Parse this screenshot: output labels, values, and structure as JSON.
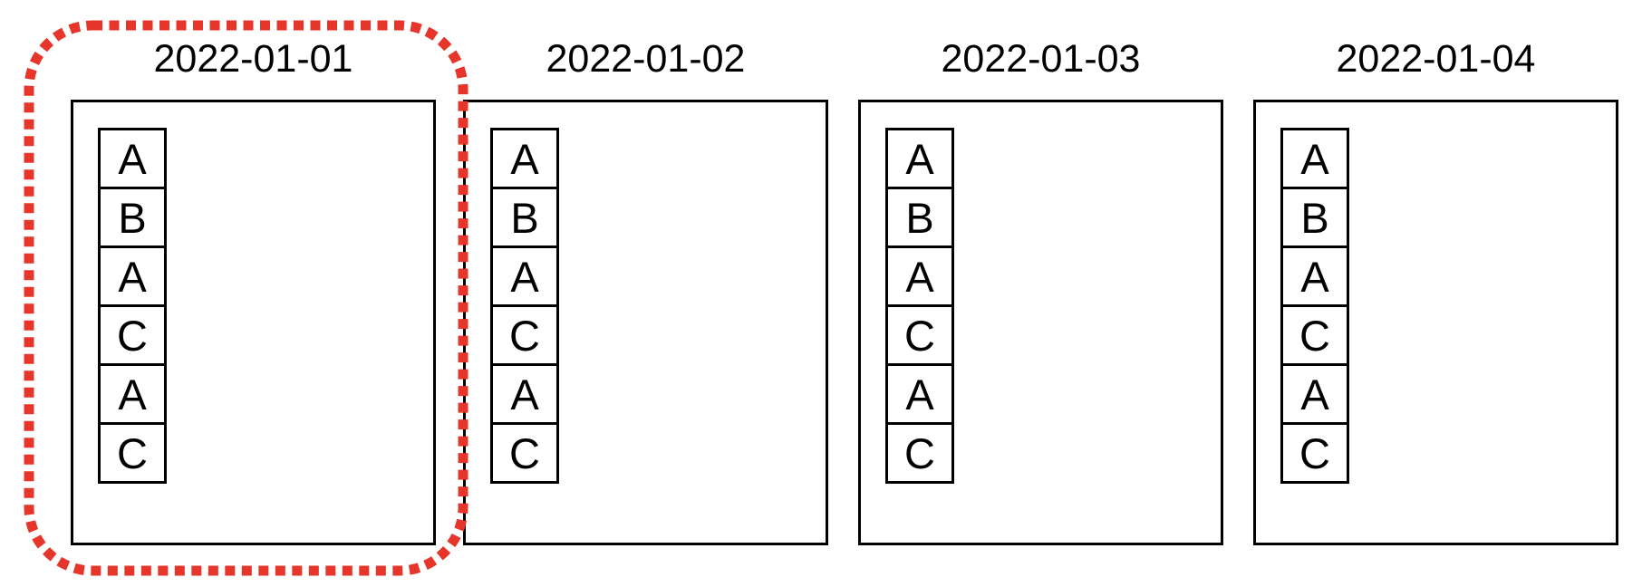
{
  "figure": {
    "description": "Four daily panels each containing the same vertical event sequence",
    "panels": [
      {
        "date": "2022-01-01",
        "cells": [
          "A",
          "B",
          "A",
          "C",
          "A",
          "C"
        ],
        "highlighted": true
      },
      {
        "date": "2022-01-02",
        "cells": [
          "A",
          "B",
          "A",
          "C",
          "A",
          "C"
        ],
        "highlighted": false
      },
      {
        "date": "2022-01-03",
        "cells": [
          "A",
          "B",
          "A",
          "C",
          "A",
          "C"
        ],
        "highlighted": false
      },
      {
        "date": "2022-01-04",
        "cells": [
          "A",
          "B",
          "A",
          "C",
          "A",
          "C"
        ],
        "highlighted": false
      }
    ],
    "highlight": {
      "shape": "dotted-rounded-rectangle",
      "color": "#e6352b",
      "target_date": "2022-01-01"
    },
    "colors": {
      "background": "#ffffff",
      "border": "#000000",
      "text": "#000000"
    }
  }
}
